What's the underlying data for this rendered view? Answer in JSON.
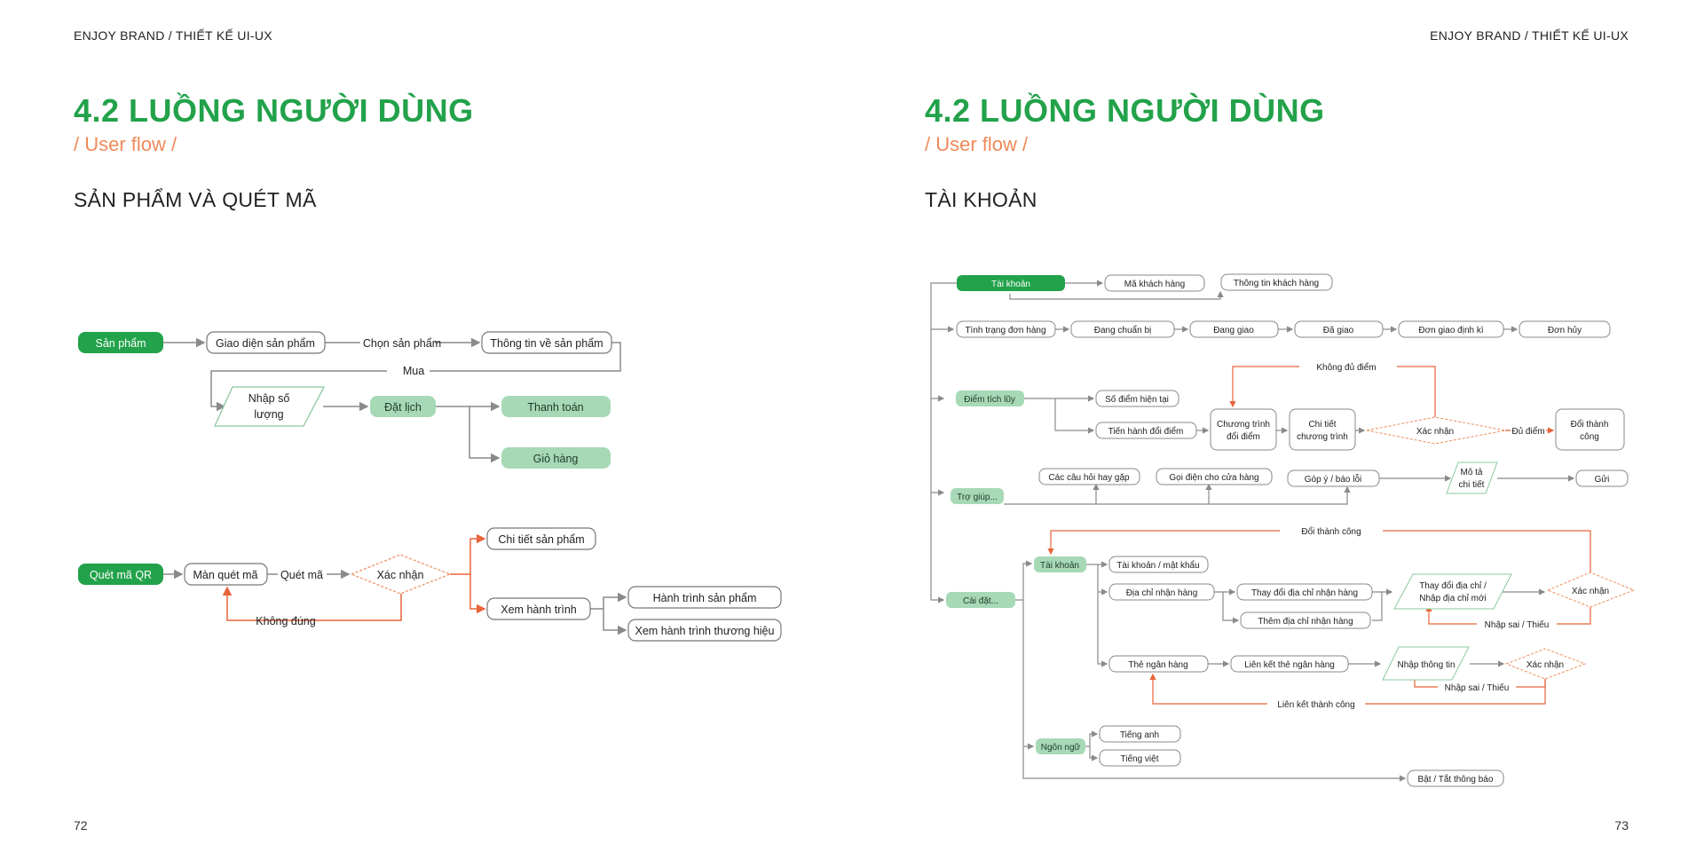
{
  "left": {
    "brand": "ENJOY BRAND / THIẾT KẾ UI-UX",
    "title": "4.2 LUỒNG NGƯỜI DÙNG",
    "subtitle": "/ User flow /",
    "section": "SẢN PHẨM VÀ QUÉT MÃ",
    "page_number": "72",
    "flow1": {
      "start": "Sản phẩm",
      "product_ui": "Giao diện sản phẩm",
      "choose_product": "Chọn sản phẩm",
      "product_info": "Thông tin về sản phẩm",
      "buy": "Mua",
      "enter_qty_1": "Nhập số",
      "enter_qty_2": "lượng",
      "book": "Đặt lịch",
      "pay": "Thanh toán",
      "cart": "Giỏ hàng"
    },
    "flow2": {
      "start": "Quét mã QR",
      "scan_screen": "Màn quét mã",
      "scan": "Quét mã",
      "confirm": "Xác nhận",
      "wrong": "Không đúng",
      "product_detail": "Chi tiết sản phẩm",
      "view_journey": "Xem hành trình",
      "product_journey": "Hành trình sản phẩm",
      "brand_journey": "Xem hành trình thương hiệu"
    }
  },
  "right": {
    "brand": "ENJOY BRAND / THIẾT KẾ UI-UX",
    "title": "4.2 LUỒNG NGƯỜI DÙNG",
    "subtitle": "/ User flow /",
    "section": "TÀI KHOẢN",
    "page_number": "73",
    "account": {
      "root": "Tài khoản",
      "customer_code": "Mã khách hàng",
      "customer_info": "Thông tin khách hàng"
    },
    "orders": {
      "status": "Tình trạng đơn hàng",
      "preparing": "Đang chuẩn bị",
      "delivering": "Đang giao",
      "delivered": "Đã giao",
      "periodic": "Đơn giao định kì",
      "cancelled": "Đơn hủy"
    },
    "points": {
      "root": "Điểm tích lũy",
      "current": "Số điểm hiện tại",
      "redeem": "Tiến hành đổi điểm",
      "program_1": "Chương trình",
      "program_2": "đổi điểm",
      "detail_1": "Chi tiết",
      "detail_2": "chương trình",
      "confirm": "Xác nhận",
      "not_enough": "Không đủ điểm",
      "enough": "Đủ điểm",
      "success_1": "Đổi thành",
      "success_2": "công"
    },
    "help": {
      "root": "Trợ giúp...",
      "faq": "Các câu hỏi hay gặp",
      "call": "Gọi điện cho cửa hàng",
      "feedback": "Góp ý / báo lỗi",
      "describe_1": "Mô tả",
      "describe_2": "chi tiết",
      "send": "Gửi"
    },
    "settings": {
      "root": "Cài đặt...",
      "account": "Tài khoản",
      "success": "Đổi thành công",
      "account_password": "Tài khoản / mật khẩu",
      "address": "Địa chỉ nhận hàng",
      "change_address": "Thay đổi địa chỉ nhận hàng",
      "add_address": "Thêm địa chỉ nhận hàng",
      "input_address_1": "Thay đổi địa chỉ /",
      "input_address_2": "Nhập địa chỉ mới",
      "confirm": "Xác nhận",
      "wrong_input": "Nhập sai / Thiếu",
      "bank_card": "Thẻ ngân hàng",
      "link_card": "Liên kết thẻ ngân hàng",
      "input_info": "Nhập thông tin",
      "confirm2": "Xác nhận",
      "wrong_input2": "Nhập sai / Thiếu",
      "link_success": "Liên kết thành công",
      "language": "Ngôn ngữ",
      "english": "Tiếng anh",
      "vietnamese": "Tiếng việt",
      "notifications": "Bật / Tắt thông báo"
    }
  },
  "colors": {
    "green": "#22a24a",
    "light_green": "#a7d9b6",
    "orange": "#ef8a5a",
    "red_line": "#e8643a",
    "gray_line": "#8a8a8a"
  }
}
